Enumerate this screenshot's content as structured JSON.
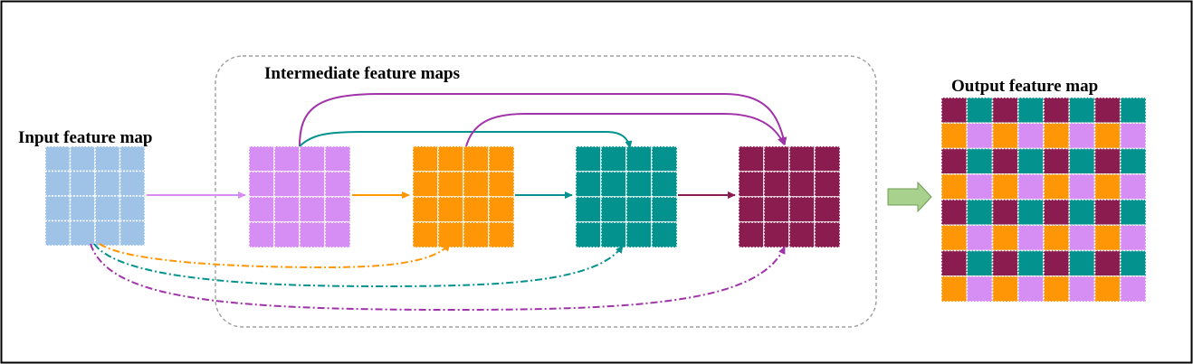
{
  "labels": {
    "input": "Input feature map",
    "intermediate": "Intermediate feature maps",
    "output": "Output feature map"
  },
  "colors": {
    "input": "#9fc3e6",
    "intermediate_1": "#d68ef5",
    "intermediate_2": "#ff9605",
    "intermediate_3": "#03928e",
    "intermediate_4": "#8b1c4f",
    "arrow_to_output": "#a9d18e",
    "frame": "#000000",
    "group_box": "#9e9e9e"
  },
  "grid": {
    "rows": 4,
    "cols": 4
  },
  "output_grid": {
    "rows": 8,
    "cols": 8,
    "cells": [
      [
        "intermediate_4",
        "intermediate_3",
        "intermediate_4",
        "intermediate_3",
        "intermediate_4",
        "intermediate_3",
        "intermediate_4",
        "intermediate_3"
      ],
      [
        "intermediate_2",
        "intermediate_1",
        "intermediate_2",
        "intermediate_1",
        "intermediate_2",
        "intermediate_1",
        "intermediate_2",
        "intermediate_1"
      ],
      [
        "intermediate_4",
        "intermediate_3",
        "intermediate_4",
        "intermediate_3",
        "intermediate_4",
        "intermediate_3",
        "intermediate_4",
        "intermediate_3"
      ],
      [
        "intermediate_2",
        "intermediate_1",
        "intermediate_2",
        "intermediate_1",
        "intermediate_2",
        "intermediate_1",
        "intermediate_2",
        "intermediate_1"
      ],
      [
        "intermediate_4",
        "intermediate_3",
        "intermediate_4",
        "intermediate_3",
        "intermediate_4",
        "intermediate_3",
        "intermediate_4",
        "intermediate_3"
      ],
      [
        "intermediate_2",
        "intermediate_1",
        "intermediate_2",
        "intermediate_1",
        "intermediate_2",
        "intermediate_1",
        "intermediate_2",
        "intermediate_1"
      ],
      [
        "intermediate_4",
        "intermediate_3",
        "intermediate_4",
        "intermediate_3",
        "intermediate_4",
        "intermediate_3",
        "intermediate_4",
        "intermediate_3"
      ],
      [
        "intermediate_2",
        "intermediate_1",
        "intermediate_2",
        "intermediate_1",
        "intermediate_2",
        "intermediate_1",
        "intermediate_2",
        "intermediate_1"
      ]
    ]
  }
}
